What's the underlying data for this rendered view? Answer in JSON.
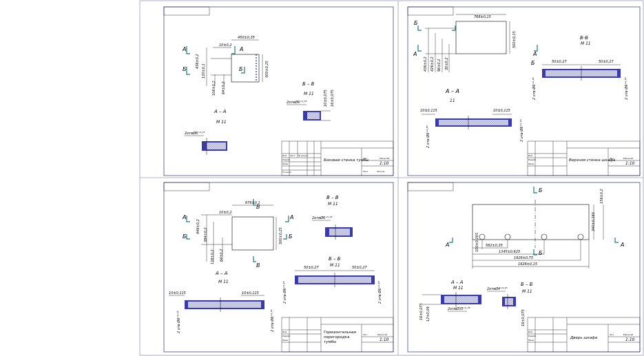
{
  "sheets": [
    {
      "id": "side-wall",
      "title_block_name": "Боковая стенка тумбы",
      "scale": "1:10",
      "section_aa": {
        "title": "А – А",
        "scale": "М 11",
        "hole_note": "2отвØ6⁺⁰·¹⁵"
      },
      "section_bb": {
        "title": "Б – Б",
        "scale": "М 11",
        "hole_note": "2отвØ6⁺⁰·¹⁵"
      },
      "dims": {
        "width": "450±0,35",
        "height": "500±0,25",
        "d1": "10±0,2",
        "d2": "436±0,2",
        "d3": "120±0,1",
        "d4": "106±0,2",
        "d5": "64±0,2",
        "d6": "10±0,075",
        "d7": "16±0,075"
      },
      "markers": {
        "a": "А",
        "b": "Б"
      }
    },
    {
      "id": "top-wall",
      "title_block_name": "Верхняя стенка шкафа",
      "scale": "1:10",
      "section_aa": {
        "title": "А – А",
        "scale": "11",
        "hole_note": "2 отв Ø6⁺⁰·¹⁵"
      },
      "section_bb": {
        "title": "Б-Б",
        "scale": "М 11",
        "hole_note": "2 отв Ø6⁺⁰·¹⁵"
      },
      "dims": {
        "width": "768±0,15",
        "height": "500±0,15",
        "d1": "436±0,2",
        "d2": "426±0,2",
        "d3": "96±0,2",
        "d4": "30±0,2",
        "d5": "10±0,115",
        "d6": "10±0,115",
        "d7": "50±0,27",
        "d8": "50±0,27"
      },
      "markers": {
        "a": "А",
        "b": "Б"
      }
    },
    {
      "id": "horizontal-partition",
      "title_block_name": "Горизонтальная перегородка тумбы",
      "scale": "1:10",
      "section_aa": {
        "title": "А – А",
        "scale": "М 11",
        "hole_note": "2 отв Ø6⁺⁰·¹⁵"
      },
      "section_bb": {
        "title": "Б – Б",
        "scale": "М 11",
        "hole_note": "2 отв Ø6⁺⁰·¹⁵"
      },
      "section_vv": {
        "title": "В – В",
        "scale": "М 11",
        "hole_note": "2отвØ6⁺⁰·¹⁵"
      },
      "dims": {
        "width": "676±0,1",
        "height": "500±0,25",
        "d1": "10±0,2",
        "d2": "384±0,2",
        "d3": "446±0,2",
        "d4": "128±0,2",
        "d5": "64±0,2",
        "d6": "10±0,115",
        "d7": "10±0,115",
        "d8": "50±0,27",
        "d9": "50±0,27"
      },
      "markers": {
        "a": "А",
        "b": "Б",
        "v": "В"
      }
    },
    {
      "id": "cabinet-door",
      "title_block_name": "Дверь шкафа",
      "scale": "1:10",
      "section_aa": {
        "title": "А – А",
        "scale": "М 11",
        "hole_note": "2отвØ35⁺⁰·²⁵"
      },
      "section_bb": {
        "title": "Б – Б",
        "scale": "М 11",
        "hole_note": "2отвØ4⁺⁰·²⁰"
      },
      "dims": {
        "d1": "100±0,165",
        "d2": "582±0,35",
        "d3": "1345±0,625",
        "d4": "1926±0,75",
        "d5": "1926±0,15",
        "d6": "156±0,2",
        "d7": "340±0,165",
        "d8": "16±0,075",
        "d9": "12±0,09",
        "d10": "16±0,075"
      },
      "markers": {
        "a": "А",
        "b": "Б"
      }
    }
  ],
  "title_block_cells": {
    "izm": "Изм",
    "list": "Лист",
    "n_dokum": "№ докум.",
    "podp": "Подп.",
    "data": "Дата",
    "razrab": "Разраб.",
    "prov": "Пров.",
    "t_kontr": "Т.контр.",
    "n_kontr": "Н.контр.",
    "utv": "Утв.",
    "lit": "Лит.",
    "massa": "Масса",
    "masshtab": "Масштаб",
    "listov": "Листов"
  }
}
